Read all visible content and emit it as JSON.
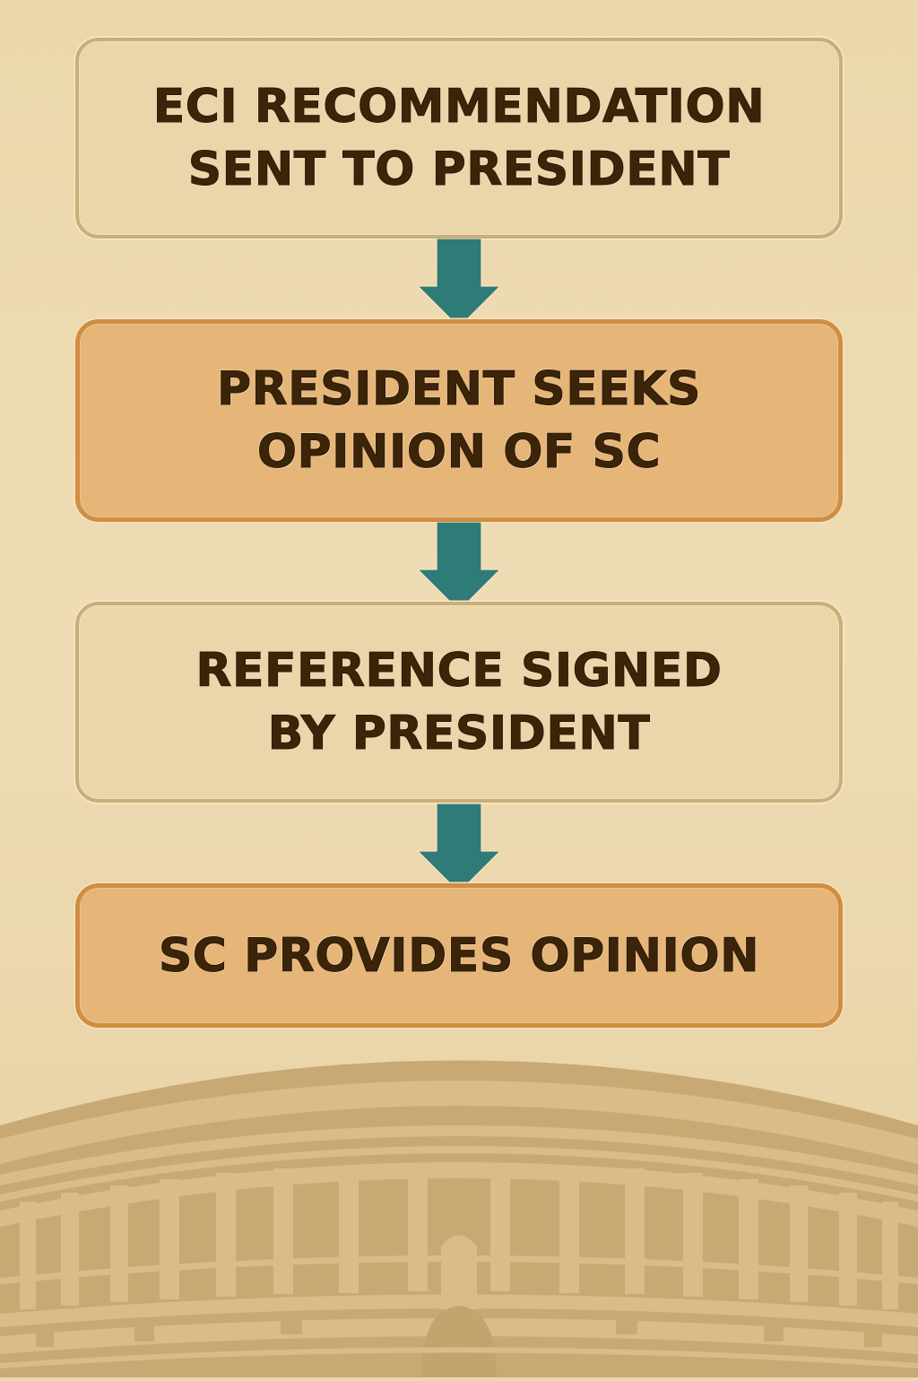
{
  "diagram": {
    "type": "flowchart",
    "direction": "top-to-bottom",
    "steps": [
      {
        "lines": [
          "ECI RECOMMENDATION",
          "SENT TO PRESIDENT"
        ],
        "style": "neutral"
      },
      {
        "lines": [
          "PRESIDENT SEEKS",
          "OPINION OF SC"
        ],
        "style": "highlight"
      },
      {
        "lines": [
          "REFERENCE SIGNED",
          "BY PRESIDENT"
        ],
        "style": "neutral"
      },
      {
        "lines": [
          "SC PROVIDES OPINION"
        ],
        "style": "highlight"
      }
    ],
    "connectors": [
      {
        "from": 0,
        "to": 1,
        "icon": "down-arrow-icon"
      },
      {
        "from": 1,
        "to": 2,
        "icon": "down-arrow-icon"
      },
      {
        "from": 2,
        "to": 3,
        "icon": "down-arrow-icon"
      }
    ],
    "background_illustration": "parliament-building-icon"
  },
  "colors": {
    "background": "#ecd7ac",
    "neutral_box_fill": "#ebd5ab",
    "neutral_box_border": "#c9ae7a",
    "highlight_box_fill": "#e6b679",
    "highlight_box_border": "#cf8e43",
    "text": "#3c2409",
    "arrow": "#2f7b78",
    "building": "#c8a974",
    "building_light": "#d8bd8a"
  }
}
